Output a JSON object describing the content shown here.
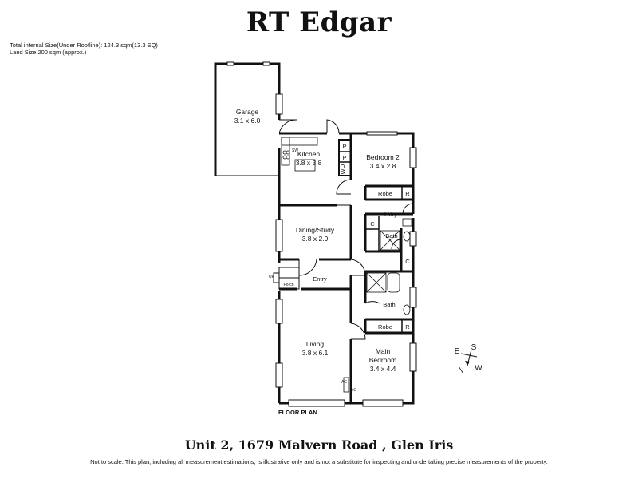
{
  "brand": "RT Edgar",
  "summary": {
    "internal_size": "Total internal Size(Under Roofline): 124.3 sqm(13.3 SQ)",
    "land_size": "Land Size:200 sqm (approx.)"
  },
  "rooms": {
    "garage": {
      "name": "Garage",
      "size": "3.1 x 6.0"
    },
    "kitchen": {
      "name": "Kitchen",
      "size": "3.8 x 3.8"
    },
    "bedroom2": {
      "name": "Bedroom 2",
      "size": "3.4 x 2.8"
    },
    "dining": {
      "name": "Dining/Study",
      "size": "3.8 x 2.9"
    },
    "living": {
      "name": "Living",
      "size": "3.8 x 6.1"
    },
    "main_bedroom": {
      "name_line1": "Main",
      "name_line2": "Bedroom",
      "size": "3.4 x 4.4"
    }
  },
  "small_labels": {
    "robe": "Robe",
    "r": "R",
    "p": "P",
    "wo": "WO",
    "ldry": "L'dry",
    "c": "C",
    "bath": "Bath",
    "entry": "Entry",
    "porch": "Porch",
    "up": "UP",
    "sw": "SW",
    "ac": "AC"
  },
  "floor_label": "FLOOR PLAN",
  "compass": {
    "e": "E",
    "s": "S",
    "n": "N",
    "w": "W"
  },
  "address": "Unit 2, 1679 Malvern Road , Glen Iris",
  "disclaimer": "Not to scale: This plan, including all measurement estimations, is illustrative only and is not a substitute for inspecting and  undertaking precise measurements of the property."
}
